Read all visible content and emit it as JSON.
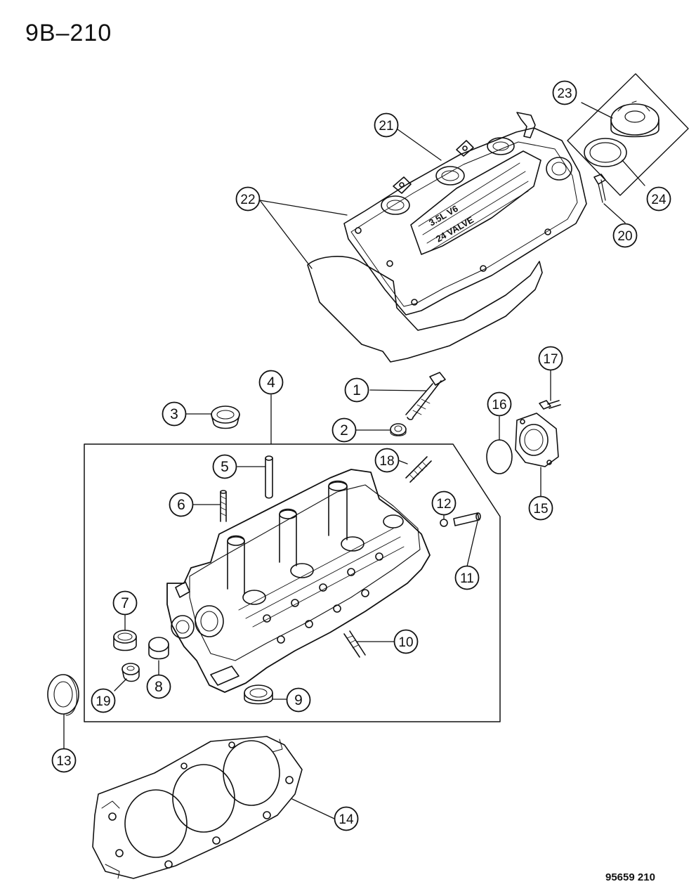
{
  "page_code": "9B–210",
  "drawing_number": "95659 210",
  "callouts": [
    "1",
    "2",
    "3",
    "4",
    "5",
    "6",
    "7",
    "8",
    "9",
    "10",
    "11",
    "12",
    "13",
    "14",
    "15",
    "16",
    "17",
    "18",
    "19",
    "20",
    "21",
    "22",
    "23",
    "24"
  ],
  "cover_lettering": {
    "line1": "3.5L V6",
    "line2": "24 VALVE"
  },
  "colors": {
    "ink": "#111111",
    "paper": "#ffffff"
  }
}
